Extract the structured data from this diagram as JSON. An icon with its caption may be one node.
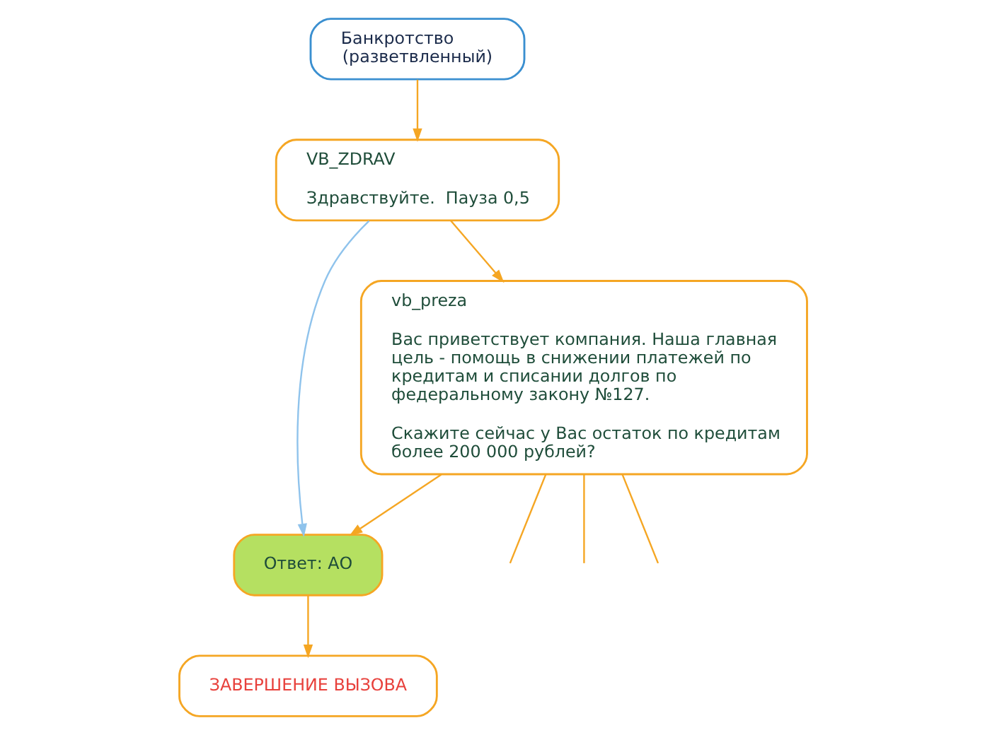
{
  "diagram": {
    "nodes": [
      {
        "text": [
          "Банкротство (разветвленный)"
        ]
      },
      {
        "text": [
          "VB_ZDRAV",
          "Здравствуйте.  Пауза 0,5"
        ]
      },
      {
        "text": [
          "vb_preza",
          "Вас приветствует компания. Наша главная цель - помощь в снижении платежей по кредитам и списании долгов по федеральному закону №127.",
          "Скажите сейчас у Вас остаток по кредитам более 200 000 рублей?"
        ]
      },
      {
        "text": [
          "Ответ: АО"
        ]
      },
      {
        "text": [
          "ЗАВЕРШЕНИЕ ВЫЗОВА"
        ]
      }
    ],
    "edges": [
      {
        "from": 0,
        "to": 1,
        "arrow": "to"
      },
      {
        "from": 1,
        "to": 3,
        "arrow": "to",
        "color": "#8fc3ec"
      },
      {
        "from": 1,
        "to": 2,
        "arrow": "to"
      },
      {
        "from": 2,
        "to": 3,
        "arrow": "to"
      },
      {
        "from": 3,
        "to": 4,
        "arrow": "to"
      },
      {
        "from": 2,
        "to": null,
        "arrow": "none"
      },
      {
        "from": 2,
        "to": null,
        "arrow": "none"
      },
      {
        "from": 2,
        "to": null,
        "arrow": "none"
      }
    ]
  }
}
